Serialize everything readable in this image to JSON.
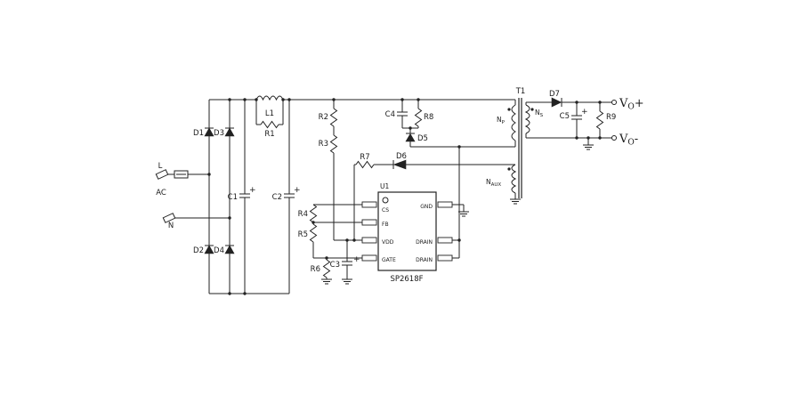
{
  "symbols": {
    "plus": "+"
  },
  "ac_input": {
    "l": "L",
    "ac": "AC",
    "n": "N"
  },
  "bridge": {
    "d1": "D1",
    "d2": "D2",
    "d3": "D3",
    "d4": "D4"
  },
  "filter": {
    "c1": "C1",
    "c2": "C2",
    "l1": "L1",
    "r1": "R1"
  },
  "startup": {
    "r2": "R2",
    "r3": "R3"
  },
  "snubber": {
    "c4": "C4",
    "r8": "R8",
    "d5": "D5"
  },
  "aux_supply": {
    "r7": "R7",
    "d6": "D6",
    "c3": "C3"
  },
  "feedback": {
    "r4": "R4",
    "r5": "R5",
    "r6": "R6"
  },
  "ic": {
    "ref": "U1",
    "part": "SP2618F",
    "pins_left": [
      "CS",
      "FB",
      "VDD",
      "GATE"
    ],
    "pins_right": [
      "GND",
      "DRAIN",
      "DRAIN"
    ]
  },
  "transformer": {
    "t1": "T1",
    "np_base": "N",
    "np_sub": "P",
    "ns_base": "N",
    "ns_sub": "S",
    "naux_base": "N",
    "naux_sub": "AUX"
  },
  "output": {
    "d7": "D7",
    "c5": "C5",
    "r9": "R9",
    "v_base": "V",
    "v_sub": "O",
    "plus": "+",
    "minus": "-"
  }
}
